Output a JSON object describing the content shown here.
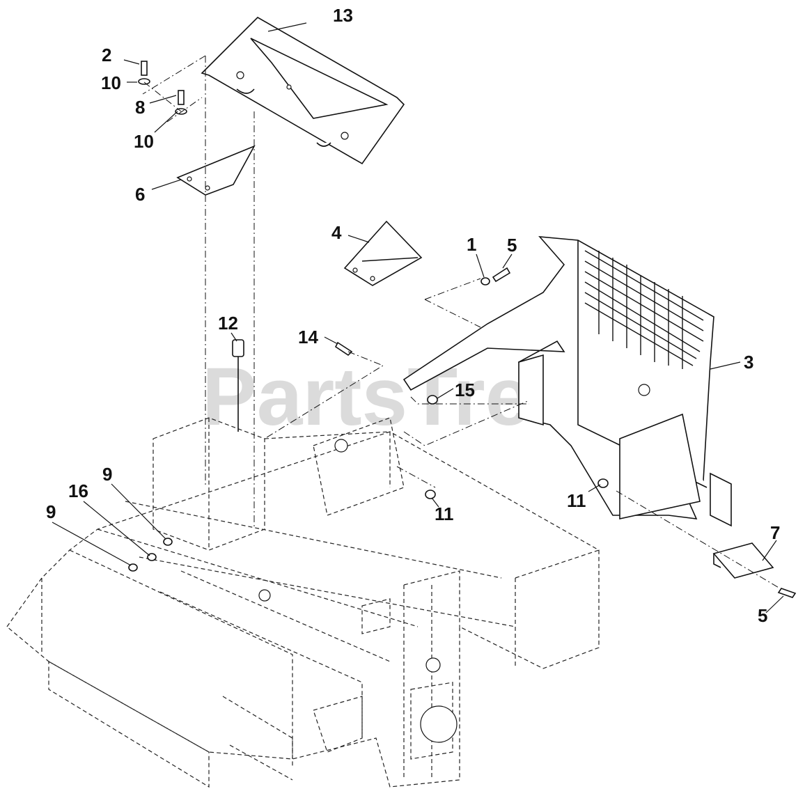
{
  "watermark": {
    "text": "PartsTree",
    "trademark": "™"
  },
  "callouts": {
    "c1": "1",
    "c2": "2",
    "c3": "3",
    "c4": "4",
    "c5a": "5",
    "c5b": "5",
    "c6": "6",
    "c7": "7",
    "c8": "8",
    "c9a": "9",
    "c9b": "9",
    "c10a": "10",
    "c10b": "10",
    "c11a": "11",
    "c11b": "11",
    "c12": "12",
    "c13": "13",
    "c14": "14",
    "c15": "15",
    "c16": "16"
  },
  "colors": {
    "line": "#111111",
    "watermark": "#cfcfcf",
    "background": "#ffffff"
  }
}
